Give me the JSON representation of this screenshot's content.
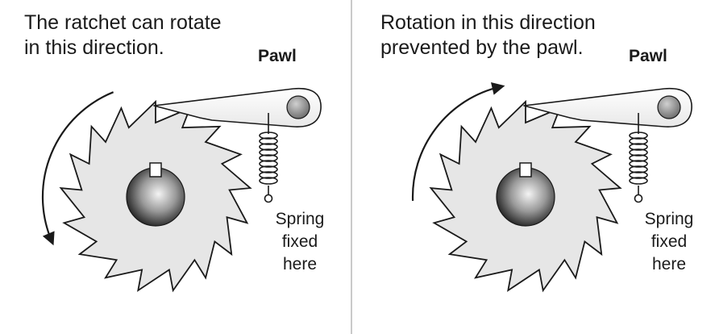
{
  "panels": [
    {
      "caption_line1": "The ratchet can rotate",
      "caption_line2": "in this direction.",
      "pawl_label": "Pawl",
      "spring_line1": "Spring",
      "spring_line2": "fixed",
      "spring_line3": "here",
      "arrow_direction": "counterclockwise"
    },
    {
      "caption_line1": "Rotation in this direction",
      "caption_line2": "prevented by the pawl.",
      "pawl_label": "Pawl",
      "spring_line1": "Spring",
      "spring_line2": "fixed",
      "spring_line3": "here",
      "arrow_direction": "clockwise"
    }
  ],
  "colors": {
    "line": "#1a1a1a",
    "divider": "#b8b8b8",
    "wheel_fill": "#e6e6e6"
  }
}
